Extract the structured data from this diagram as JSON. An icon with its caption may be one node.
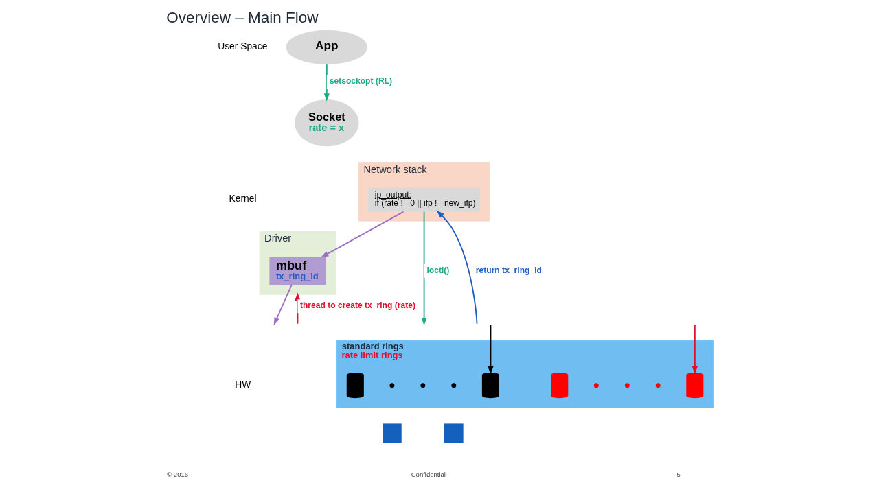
{
  "diagram": {
    "title": "Overview – Main Flow",
    "nodes": [
      {
        "text": [
          "App"
        ]
      },
      {
        "text": [
          "Socket",
          "rate = x"
        ]
      },
      {
        "text": [
          "Network stack"
        ]
      },
      {
        "text": [
          "ip_output:",
          "if (rate != 0 || ifp != new_ifp)"
        ],
        "in": 2
      },
      {
        "text": [
          "Driver"
        ]
      },
      {
        "text": [
          "mbuf",
          "tx_ring_id"
        ],
        "in": 4
      },
      {
        "text": [
          "standard rings",
          "rate limit rings"
        ]
      },
      {
        "text": [],
        "shape": "cylinder",
        "in": 6
      },
      {
        "text": [],
        "shape": "cylinder",
        "in": 6
      },
      {
        "text": [],
        "shape": "cylinder",
        "in": 6
      },
      {
        "text": [],
        "shape": "cylinder",
        "in": 6
      },
      {
        "text": [],
        "shape": "box"
      },
      {
        "text": [],
        "shape": "box"
      }
    ],
    "edges": [
      {
        "from": 0,
        "to": 1,
        "arrow": "to",
        "label": "setsockopt (RL)",
        "color": "#1fa98b"
      },
      {
        "from": 3,
        "to": 5,
        "arrow": "to",
        "color": "#9c6fc4"
      },
      {
        "from": null,
        "to": 3,
        "arrow": "to",
        "label": "return tx_ring_id",
        "color": "#1f5fbf"
      },
      {
        "from": 3,
        "to": null,
        "arrow": "to",
        "label": "ioctl()",
        "color": "#1fa98b"
      },
      {
        "from": 5,
        "to": null,
        "arrow": "to",
        "color": "#9c6fc4"
      },
      {
        "from": null,
        "to": 4,
        "arrow": "to",
        "label": "thread to create tx_ring (rate)",
        "color": "#e0102e"
      },
      {
        "from": null,
        "to": 8,
        "arrow": "to",
        "color": "#000000"
      },
      {
        "from": null,
        "to": 10,
        "arrow": "to",
        "color": "#e0102e"
      }
    ],
    "labels": [
      "User Space",
      "Kernel",
      "HW",
      "© 2016",
      "- Confidential -",
      "5"
    ]
  }
}
